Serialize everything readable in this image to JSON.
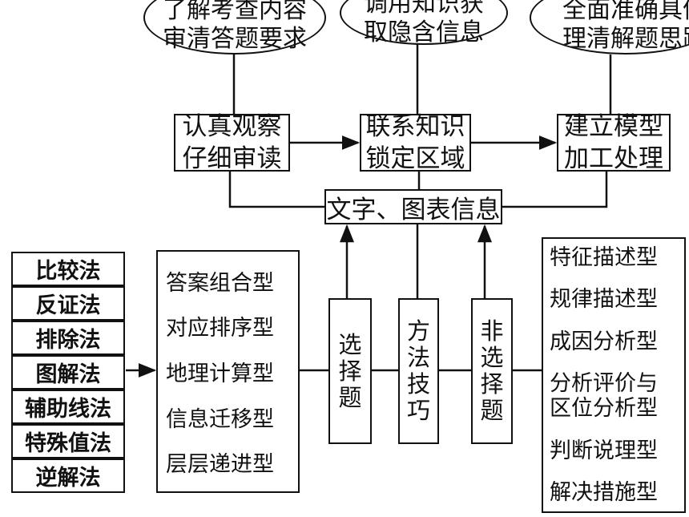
{
  "top_ellipses": [
    {
      "lines": [
        "了解考查内容",
        "审清答题要求"
      ]
    },
    {
      "lines": [
        "调用知识获",
        "取隐含信息"
      ]
    },
    {
      "lines": [
        "全面准确具体",
        "理清解题思路"
      ]
    }
  ],
  "steps": [
    {
      "lines": [
        "认真观察",
        "仔细审读"
      ]
    },
    {
      "lines": [
        "联系知识",
        "锁定区域"
      ]
    },
    {
      "lines": [
        "建立模型",
        "加工处理"
      ]
    }
  ],
  "info_box": "文字、图表信息",
  "methods": [
    "比较法",
    "反证法",
    "排除法",
    "图解法",
    "辅助线法",
    "特殊值法",
    "逆解法"
  ],
  "choice_types": [
    "答案组合型",
    "对应排序型",
    "地理计算型",
    "信息迁移型",
    "层层递进型"
  ],
  "choice_box": [
    "选",
    "择",
    "题"
  ],
  "method_box": [
    "方",
    "法",
    "技",
    "巧"
  ],
  "nonchoice_box": [
    "非",
    "选",
    "择",
    "题"
  ],
  "nonchoice_types": [
    {
      "lines": [
        "特征描述型"
      ]
    },
    {
      "lines": [
        "规律描述型"
      ]
    },
    {
      "lines": [
        "成因分析型"
      ]
    },
    {
      "lines": [
        "分析评价与",
        "区位分析型"
      ]
    },
    {
      "lines": [
        "判断说理型"
      ]
    },
    {
      "lines": [
        "解决措施型"
      ]
    }
  ]
}
